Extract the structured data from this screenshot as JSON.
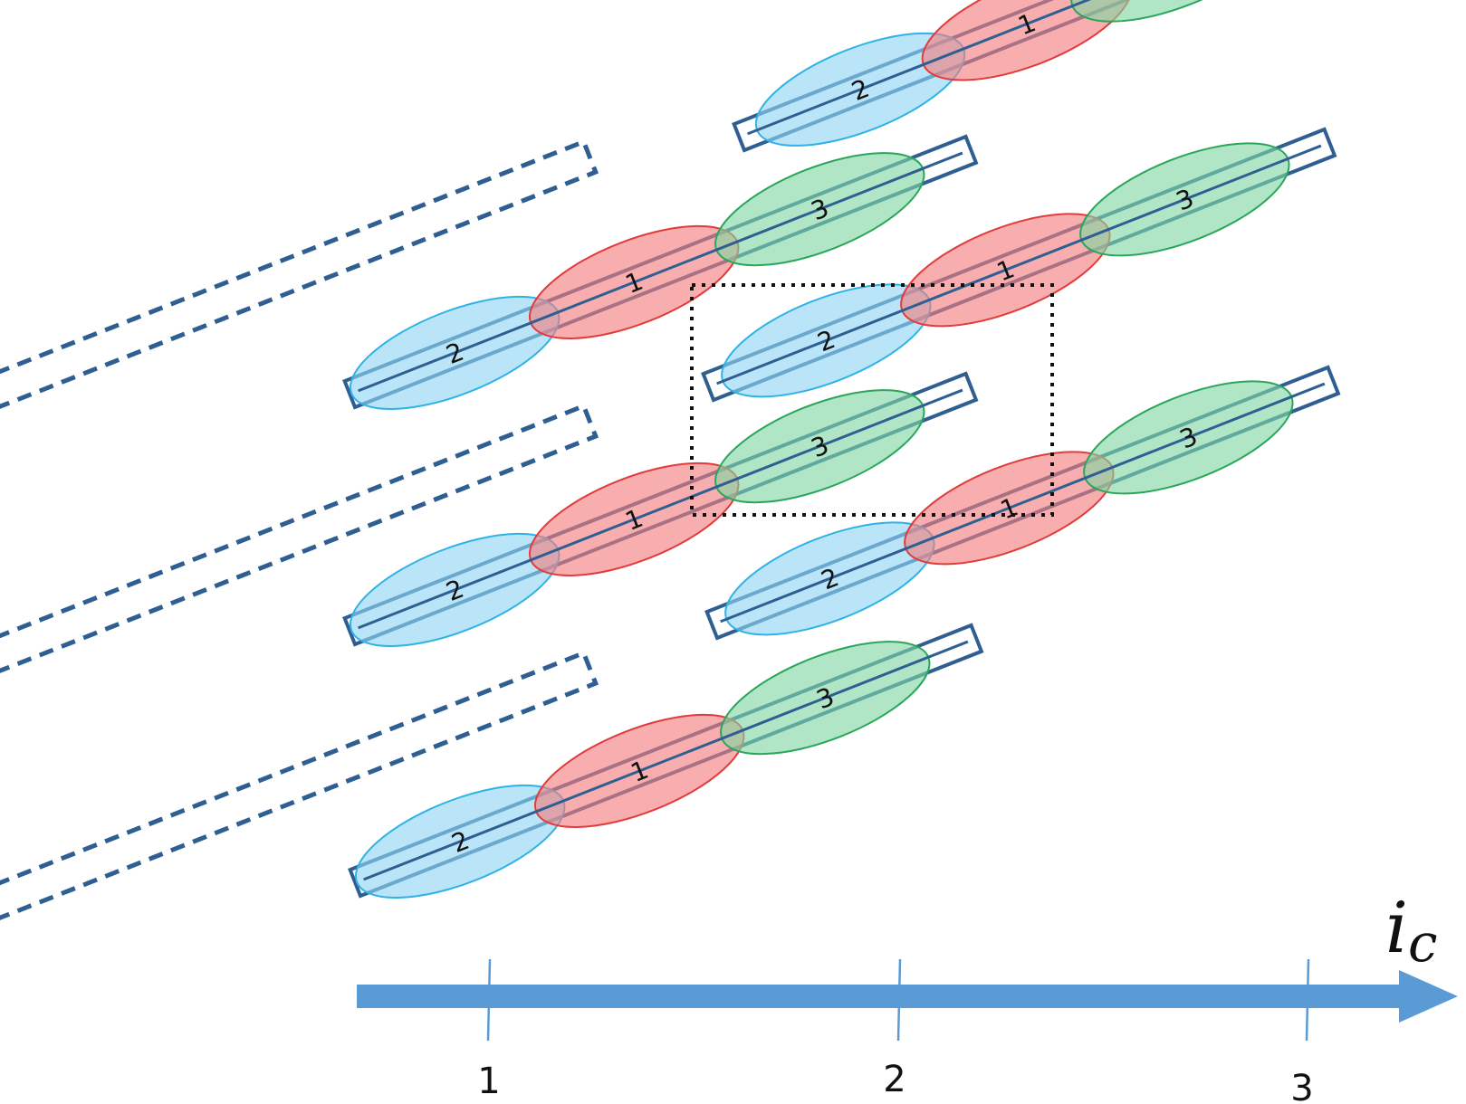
{
  "colors": {
    "frame": "#2f5f92",
    "blue_fill": "#8fd5f3",
    "blue_stroke": "#2fb3e6",
    "red_fill": "#f47c7c",
    "red_stroke": "#e23b3b",
    "green_fill": "#7fd6a3",
    "green_stroke": "#29a65a",
    "axis": "#5b9bd5",
    "axis_tick": "#5b9bd5",
    "cell_border": "#111111"
  },
  "labels": {
    "blue": "2",
    "red": "1",
    "green": "3"
  },
  "axis": {
    "variable": "i",
    "subscript": "c",
    "ticks": [
      "1",
      "2",
      "3"
    ]
  }
}
